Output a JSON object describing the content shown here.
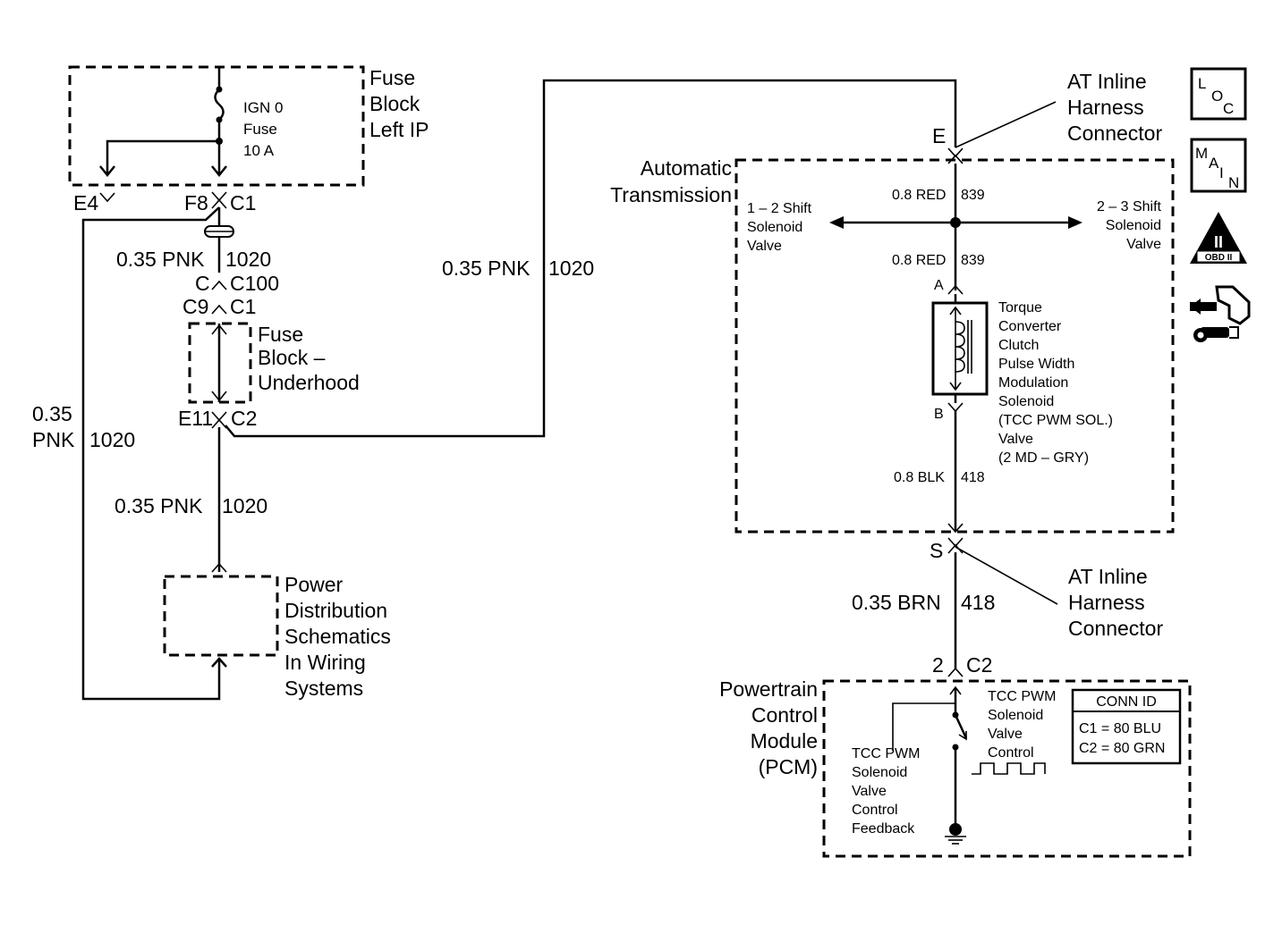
{
  "fuse_block_left_ip": {
    "title_lines": [
      "Fuse",
      "Block",
      "Left IP"
    ],
    "fuse_lines": [
      "IGN 0",
      "Fuse",
      "10 A"
    ]
  },
  "connectors_left": {
    "e4": "E4",
    "f8": "F8",
    "c1_top": "C1",
    "c": "C",
    "c100": "C100",
    "c9": "C9",
    "c1_mid": "C1",
    "e11": "E11",
    "c2_left": "C2"
  },
  "wires": {
    "pnk_a_gauge": "0.35 PNK",
    "pnk_a_circuit": "1020",
    "pnk_b_gauge": "0.35 PNK",
    "pnk_b_circuit": "1020",
    "pnk_c_gauge": "0.35 PNK",
    "pnk_c_circuit": "1020",
    "pnk_d_lines": [
      "0.35",
      "PNK"
    ],
    "pnk_d_circuit": "1020",
    "red_top_gauge": "0.8 RED",
    "red_top_circuit": "839",
    "red_bot_gauge": "0.8 RED",
    "red_bot_circuit": "839",
    "blk_gauge": "0.8 BLK",
    "blk_circuit": "418",
    "brn_gauge": "0.35 BRN",
    "brn_circuit": "418"
  },
  "fuse_block_underhood": {
    "title_lines": [
      "Fuse",
      "Block –",
      "Underhood"
    ]
  },
  "power_distribution": {
    "lines": [
      "Power",
      "Distribution",
      "Schematics",
      "In Wiring",
      "Systems"
    ]
  },
  "automatic_transmission": {
    "title_lines": [
      "Automatic",
      "Transmission"
    ],
    "shift_12_lines": [
      "1 – 2 Shift",
      "Solenoid",
      "Valve"
    ],
    "shift_23_lines": [
      "2 – 3 Shift",
      "Solenoid",
      "Valve"
    ],
    "pin_a": "A",
    "pin_b": "B",
    "tcc_lines": [
      "Torque",
      "Converter",
      "Clutch",
      "Pulse Width",
      "Modulation",
      "Solenoid",
      "(TCC PWM SOL.)",
      "Valve",
      "(2 MD – GRY)"
    ]
  },
  "inline_connector_top": {
    "pin": "E",
    "lines": [
      "AT Inline",
      "Harness",
      "Connector"
    ]
  },
  "inline_connector_bottom": {
    "pin": "S",
    "lines": [
      "AT Inline",
      "Harness",
      "Connector"
    ]
  },
  "pcm": {
    "pin": "2",
    "connector": "C2",
    "title_lines": [
      "Powertrain",
      "Control",
      "Module",
      "(PCM)"
    ],
    "control_lines": [
      "TCC PWM",
      "Solenoid",
      "Valve",
      "Control"
    ],
    "feedback_lines": [
      "TCC PWM",
      "Solenoid",
      "Valve",
      "Control",
      "Feedback"
    ],
    "conn_id_title": "CONN ID",
    "conn_id_rows": [
      "C1 = 80 BLU",
      "C2 = 80 GRN"
    ]
  },
  "side_icons": {
    "loc_letters": [
      "L",
      "O",
      "C"
    ],
    "main_letters": [
      "M",
      "A",
      "I",
      "N"
    ],
    "obd_numeral": "II",
    "obd_label": "OBD II",
    "icons": [
      "location-icon",
      "main-icon",
      "obd-ii-icon",
      "connector-tool-icon"
    ]
  }
}
